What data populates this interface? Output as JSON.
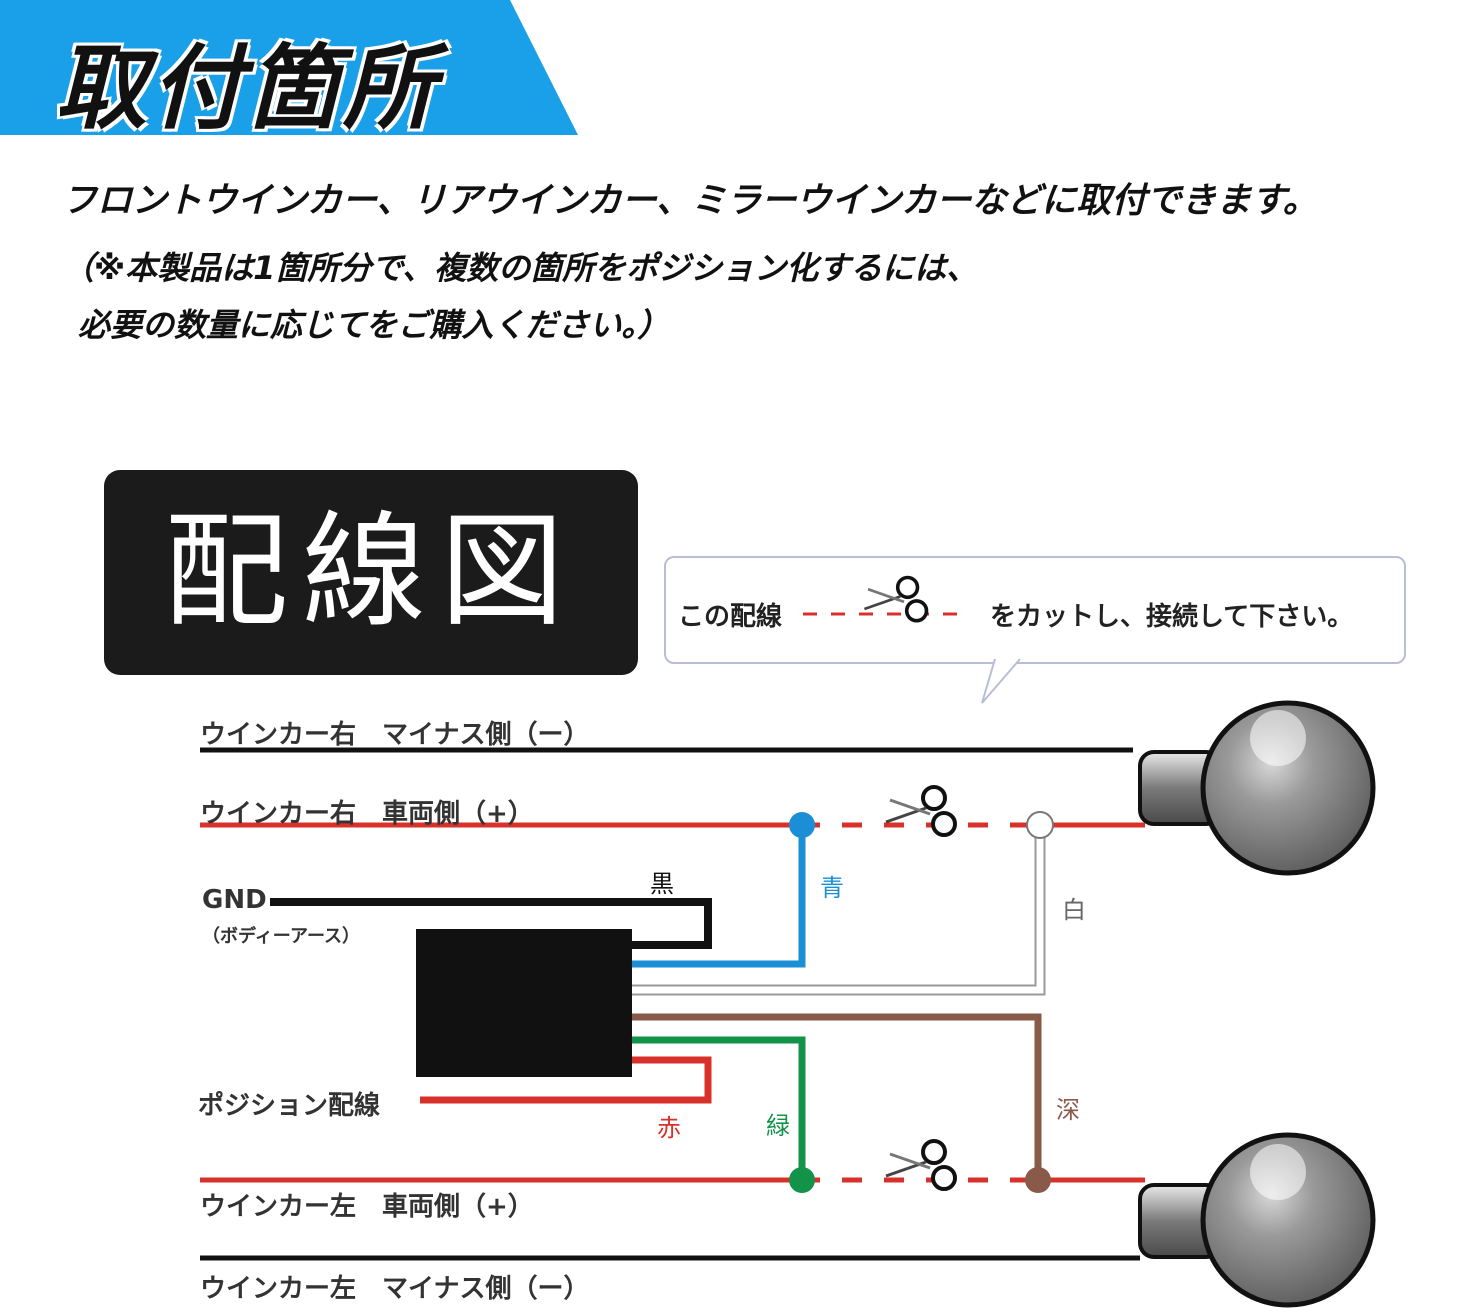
{
  "banner": {
    "title": "取付箇所",
    "color": "#1aa0e8"
  },
  "intro": {
    "line1": "フロントウインカー、リアウインカー、ミラーウインカーなどに取付できます。",
    "line2": "（※本製品は1箇所分で、複数の箇所をポジション化するには、",
    "line3": "必要の数量に応じてをご購入ください。）"
  },
  "diagram": {
    "title": "配線図",
    "callout": {
      "prefix": "この配線",
      "suffix": "をカットし、接続して下さい。"
    },
    "labels": {
      "right_minus": "ウインカー右　マイナス側（ー）",
      "right_vehicle": "ウインカー右　車両側（+）",
      "gnd": "GND",
      "gnd_sub": "（ボディーアース）",
      "position": "ポジション配線",
      "left_vehicle": "ウインカー左　車両側（+）",
      "left_minus": "ウインカー左　マイナス側（ー）"
    },
    "wire_colors": {
      "black": "黒",
      "blue": "青",
      "white": "白",
      "red": "赤",
      "green": "緑",
      "brown": "深"
    },
    "colors": {
      "black": "#111111",
      "red": "#d8312b",
      "blue": "#1a8fd6",
      "green": "#13934a",
      "brown": "#8a5a49",
      "white": "#ffffff",
      "gray": "#888888"
    },
    "icons": [
      "scissors-icon",
      "bulb-icon"
    ]
  }
}
